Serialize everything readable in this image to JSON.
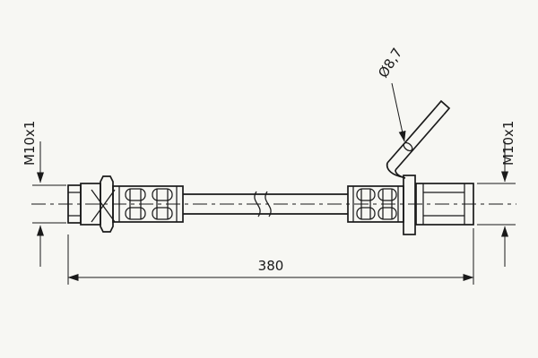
{
  "diagram": {
    "labels": {
      "left_thread": "M10x1",
      "right_thread": "M10x1",
      "hole_diameter": "Ø8,7",
      "overall_length": "380"
    },
    "colors": {
      "line": "#1a1a1a",
      "background": "#f7f7f3"
    }
  }
}
